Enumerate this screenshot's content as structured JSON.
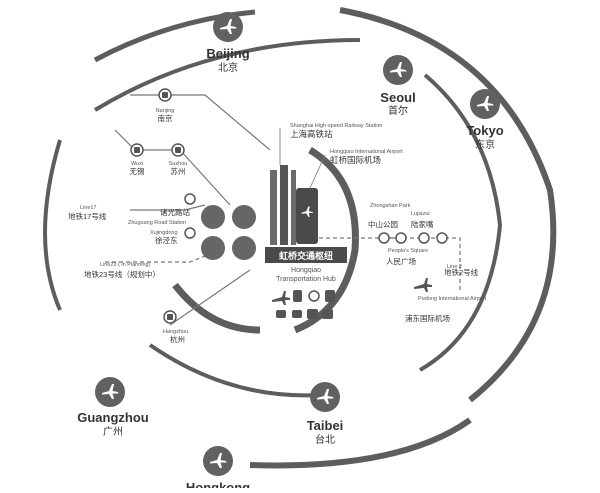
{
  "cities": {
    "beijing": {
      "en": "Beijing",
      "zh": "北京"
    },
    "seoul": {
      "en": "Seoul",
      "zh": "首尔"
    },
    "tokyo": {
      "en": "Tokyo",
      "zh": "东京"
    },
    "taibei": {
      "en": "Taibei",
      "zh": "台北"
    },
    "guangzhou": {
      "en": "Guangzhou",
      "zh": "广州"
    },
    "hongkong": {
      "en": "Hongkong",
      "zh": ""
    }
  },
  "stations": {
    "nanjing": {
      "en": "Nanjing",
      "zh": "南京"
    },
    "wuxi": {
      "en": "Wuxi",
      "zh": "无锡"
    },
    "suzhou": {
      "en": "Suzhou",
      "zh": "苏州"
    },
    "zhuguang": {
      "en": "Zhuguang Road Station",
      "zh": "诸光路站"
    },
    "xujing": {
      "en": "Xujingdong",
      "zh": "徐泾东"
    },
    "hangzhou": {
      "en": "Hangzhou",
      "zh": "杭州"
    },
    "zhongshan": {
      "en": "Zhongshan Park",
      "zh": "中山公园"
    },
    "lujiazui": {
      "en": "Lujiazui",
      "zh": "陆家嘴"
    },
    "peoples_square": {
      "en": "People's Square",
      "zh": "人民广场"
    },
    "pudong": {
      "en": "Pudong International Airport",
      "zh": "浦东国际机场"
    }
  },
  "lines": {
    "line17": {
      "en": "Line17",
      "zh": "地铁17号线"
    },
    "line23": {
      "en": "Line23 ( in Planning)",
      "zh": "地铁23号线（规划中）"
    },
    "line2": {
      "en": "Line 2",
      "zh": "地铁2号线"
    }
  },
  "hub": {
    "railway_en": "Shanghai High-speed Railway Station",
    "railway_zh": "上海高铁站",
    "airport_en": "Hongqiao International Airport",
    "airport_zh": "虹桥国际机场",
    "center_zh": "虹桥交通枢纽",
    "center_en_1": "Hongqiao",
    "center_en_2": "Transportation Hub"
  },
  "icons": {
    "airplane": "airplane-icon",
    "train": "train-icon",
    "metro": "metro-icon",
    "bus": "bus-icon",
    "taxi": "taxi-icon",
    "car": "car-icon",
    "coach": "coach-icon"
  },
  "colors": {
    "primary": "#616161",
    "ring": "#5d5d5d",
    "dark": "#3a3a3a",
    "line": "#777777"
  }
}
